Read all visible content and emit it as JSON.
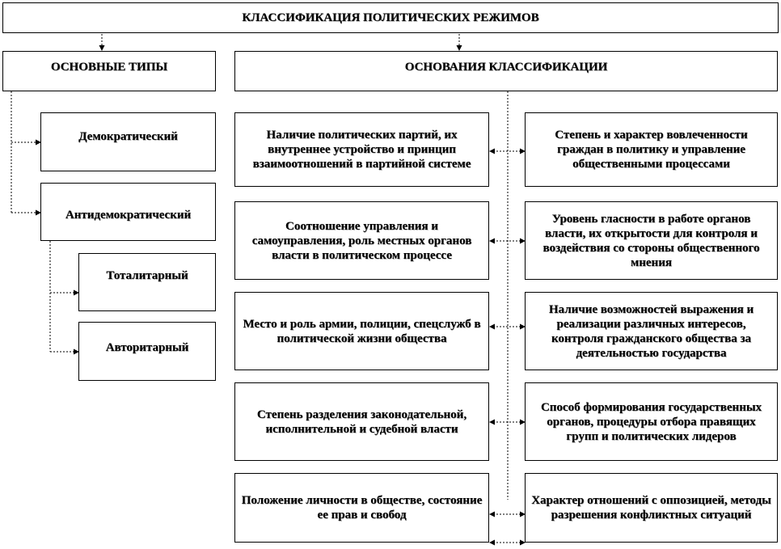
{
  "title": "КЛАССИФИКАЦИЯ ПОЛИТИЧЕСКИХ РЕЖИМОВ",
  "types": {
    "header": "ОСНОВНЫЕ ТИПЫ",
    "democratic": "Демократический",
    "antidemocratic": "Антидемократический",
    "totalitarian": "Тоталитарный",
    "authoritarian": "Авторитарный"
  },
  "bases": {
    "header": "ОСНОВАНИЯ КЛАССИФИКАЦИИ",
    "left": [
      "Наличие политических партий, их внутреннее устройство и принцип взаимоотношений в партийной системе",
      "Соотношение управления и самоуправления, роль местных органов власти в политическом процессе",
      "Место и роль армии, полиции, спецслужб в политической жизни общества",
      "Степень разделения законодательной, исполнительной и судебной власти",
      "Положение личности в обществе, состояние ее прав и свобод"
    ],
    "right": [
      "Степень и характер вовлеченности граждан в политику и управление общественными процессами",
      "Уровень гласности в работе органов власти, их открытости для контроля и воздействия со стороны общественного мнения",
      "Наличие возможностей выражения и реализации различных интересов, контроля гражданского общества за деятельностью государства",
      "Способ формирования государственных органов, процедуры отбора правящих групп и политических лидеров",
      "Характер отношений с оппозицией, методы разрешения конфликтных ситуаций"
    ]
  }
}
